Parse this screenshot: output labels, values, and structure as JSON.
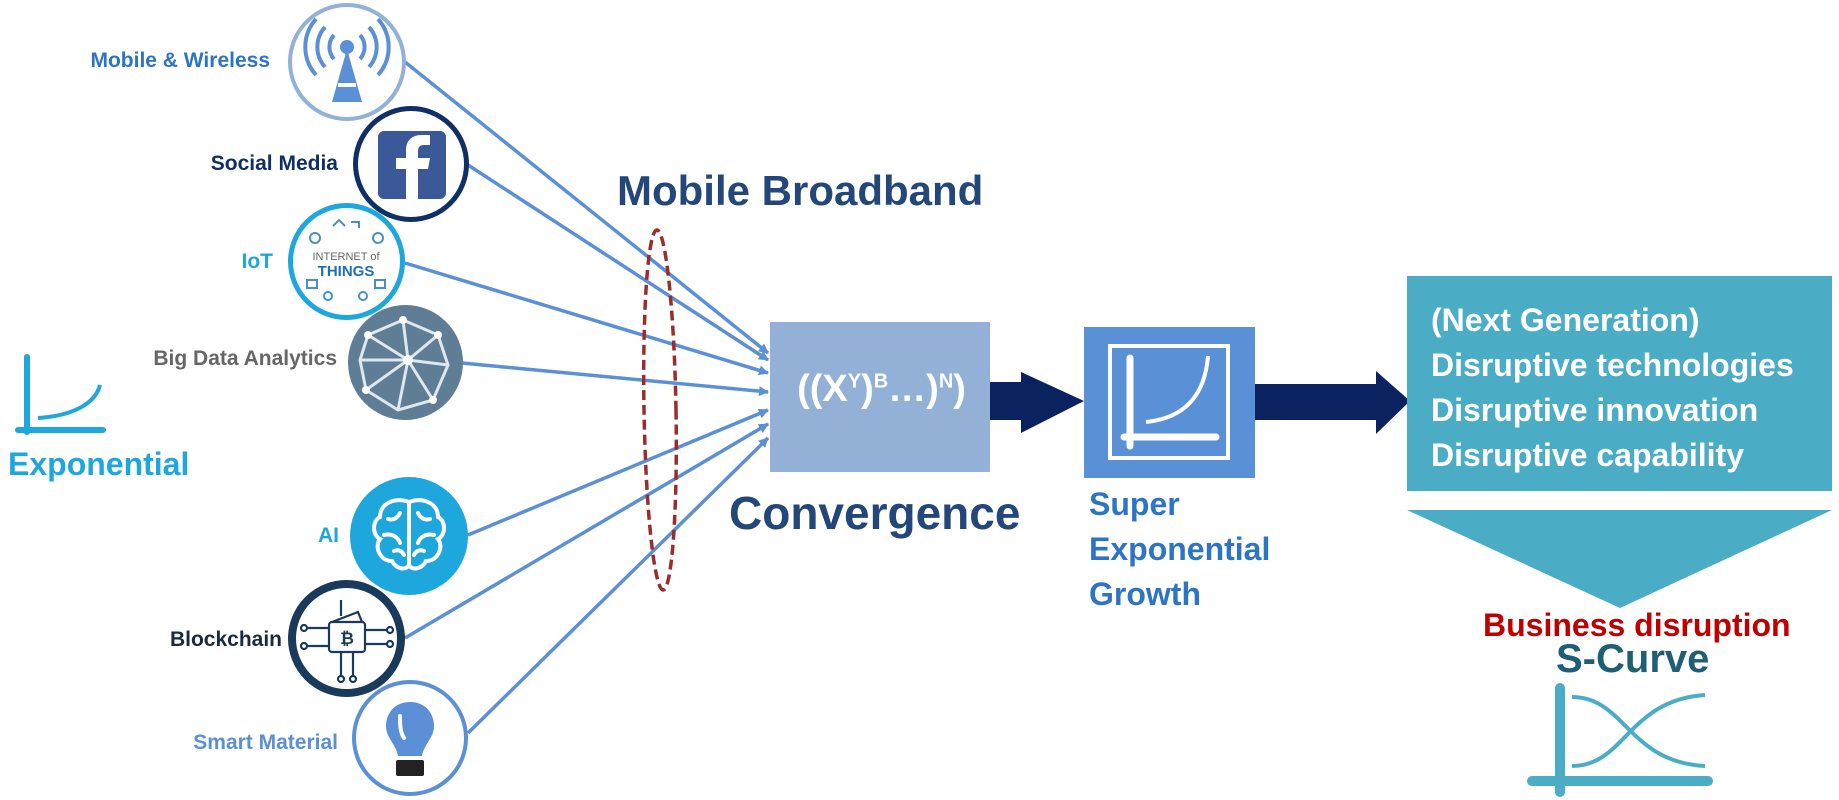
{
  "inputs": [
    {
      "id": "mobile",
      "label": "Mobile & Wireless",
      "color": "#2d75c4",
      "icon": "cell-tower-icon"
    },
    {
      "id": "social",
      "label": "Social Media",
      "color": "#0f2f66",
      "icon": "facebook-icon"
    },
    {
      "id": "iot",
      "label": "IoT",
      "color": "#1ea7dc",
      "icon": "internet-of-things-icon",
      "icon_text_1": "INTERNET of",
      "icon_text_2": "THINGS"
    },
    {
      "id": "bigdata",
      "label": "Big Data Analytics",
      "color": "#666666",
      "icon": "network-globe-icon"
    },
    {
      "id": "ai",
      "label": "AI",
      "color": "#1ea7dc",
      "icon": "brain-icon"
    },
    {
      "id": "blockchain",
      "label": "Blockchain",
      "color": "#1a2a45",
      "icon": "bitcoin-wallet-icon"
    },
    {
      "id": "smart",
      "label": "Smart Material",
      "color": "#5b8fd6",
      "icon": "light-bulb-icon"
    }
  ],
  "exponential": {
    "label": "Exponential",
    "color": "#1ea7dc"
  },
  "mobile_broadband": {
    "label": "Mobile Broadband",
    "color": "#24477a"
  },
  "convergence": {
    "formula_open": "((X",
    "sup_y": "Y",
    "mid": ")",
    "sup_b": "B",
    "dots": "…)",
    "sup_n": "N",
    "formula_close": ")",
    "label": "Convergence",
    "box_color": "#93b1d6",
    "label_color": "#24477a"
  },
  "growth": {
    "line1": "Super",
    "line2": "Exponential",
    "line3": "Growth",
    "box_color": "#5a90d6",
    "label_color": "#2d75c4"
  },
  "outcome": {
    "lines": [
      "(Next Generation)",
      "Disruptive technologies",
      "Disruptive innovation",
      "Disruptive capability"
    ],
    "box_color": "#4bacc6"
  },
  "business_disruption": {
    "label": "Business disruption",
    "color": "#c00000"
  },
  "s_curve": {
    "label": "S-Curve",
    "color": "#1f5f75"
  },
  "colors": {
    "arrow": "#5b8fd6",
    "big_arrow": "#0b2260",
    "ellipse": "#9b2c2c"
  }
}
